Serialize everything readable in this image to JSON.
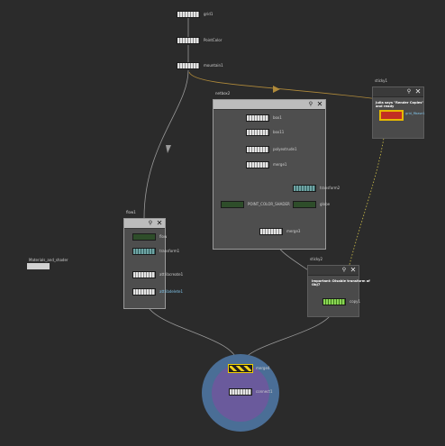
{
  "nodes": {
    "grid": "grid1",
    "pointcolor": "PointColor",
    "mountain": "mountain1",
    "box": "box1",
    "boxsub": "box11",
    "polyextrude": "polyextrude1",
    "merge_top": "merge1",
    "transform_box": "transform2",
    "point_color_shader": "POINT_COLOR_SHADER",
    "globe": "globe",
    "merge3": "merge3",
    "flow": "flow",
    "transform1": "transform1",
    "attribcreate": "attribcreate1",
    "attribdelete": "attribdelete1",
    "copy": "copy1",
    "merge_final": "merge4",
    "connect": "connect1",
    "materials": "Materials_and_shader",
    "tile": "grid_ffbase1"
  },
  "boxes": {
    "netbox2": "netbox2",
    "flow1": "flow1",
    "sticky1": "sticky1",
    "sticky2": "sticky2"
  },
  "sticky1": {
    "line1": "Julia says \"Render Copies\"",
    "line2": "and ready"
  },
  "sticky2": {
    "line1": "Important: Disable transform of",
    "line2": "Obj7"
  },
  "controls": {
    "close": "✕",
    "pin": "⚲"
  },
  "colors": {
    "background": "#2b2b2b",
    "wire": "#9a9a9a",
    "wire_highlight": "#b08a3a",
    "wire_dotted": "#d2c24a",
    "netbox_bg": "#4e4e4e",
    "circle_outer": "#4a6e96",
    "circle_inner": "#6a5a9c"
  }
}
